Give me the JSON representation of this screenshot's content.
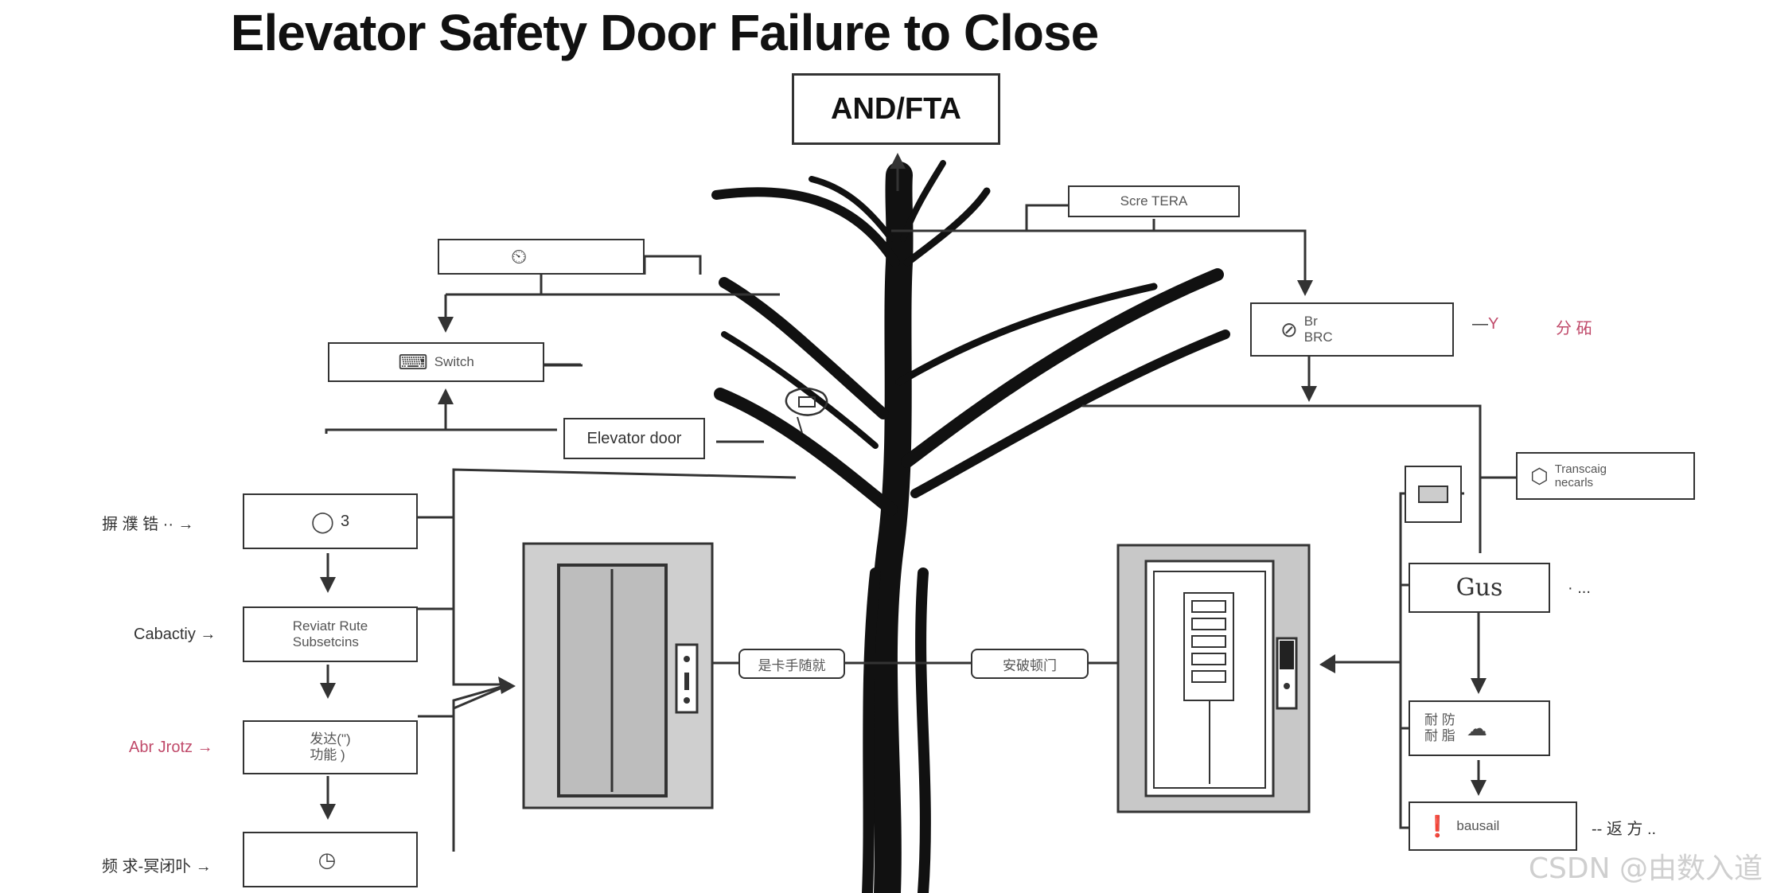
{
  "title": "Elevator Safety Door Failure to Close",
  "root_gate": "AND/FTA",
  "nodes": {
    "top_right": "Scre TERA",
    "left_top": "",
    "left_second": "Switch",
    "right_br": "Br\nBRC",
    "elevator_door": "Elevator door",
    "left_b1": "3",
    "left_b2": "Reviatr Rute\nSubsetcins",
    "left_b3": "发达(\")\n功能 )",
    "left_b4": "",
    "center_left_tag": "是卡手随就",
    "center_right_tag": "安破顿门",
    "right_transcaig": "Transcaig\nnecarls",
    "right_gus": "Gus",
    "right_rb3": "耐 防\n耐 脂",
    "right_bottom": "bausail"
  },
  "side_labels": {
    "l1": "摒 濮 锆",
    "l2": "Cabactiy",
    "l3": "Abr Jrotz",
    "l4": "频 求-冥闭卟",
    "r1": "Y",
    "r1b": "分 砳",
    "r2": "...",
    "r3": "-- 返 方 .."
  },
  "colors": {
    "ink": "#333333",
    "accent_red": "#c04a6a",
    "door_gray": "#c8c8c8"
  },
  "watermark": "CSDN @由数入道"
}
